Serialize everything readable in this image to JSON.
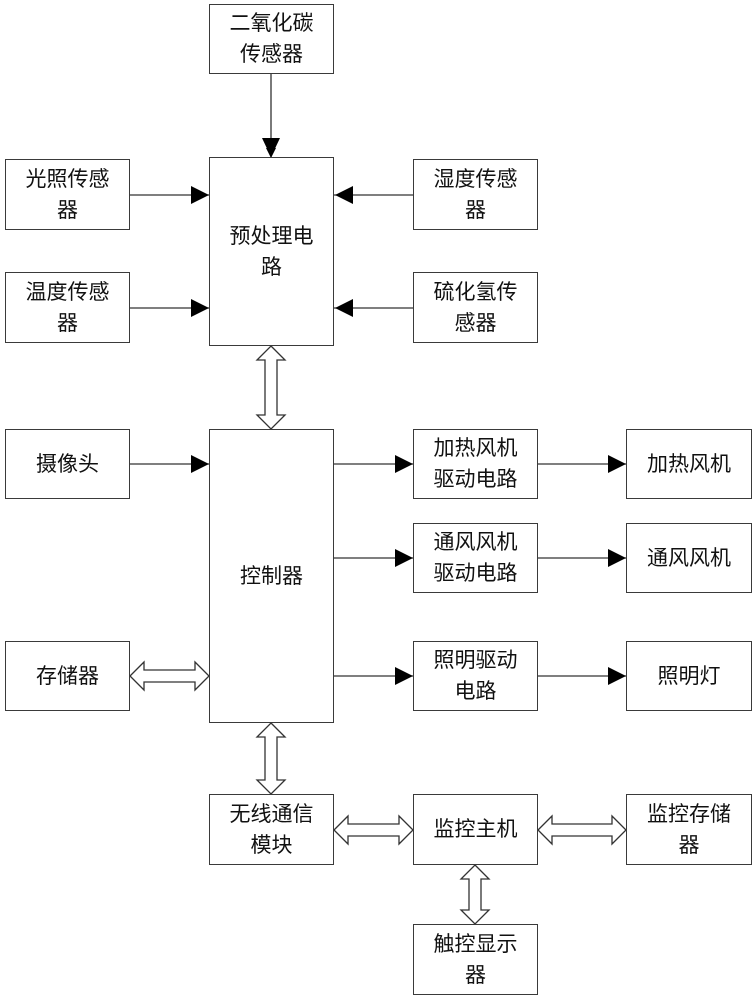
{
  "diagram": {
    "nodes": {
      "co2_sensor": {
        "label": "二氧化碳传感器"
      },
      "light_sensor": {
        "label": "光照传感器"
      },
      "temperature_sensor": {
        "label": "温度传感器"
      },
      "humidity_sensor": {
        "label": "湿度传感器"
      },
      "h2s_sensor": {
        "label": "硫化氢传感器"
      },
      "preprocessing_circuit": {
        "label": "预处理电路"
      },
      "camera": {
        "label": "摄像头"
      },
      "storage": {
        "label": "存储器"
      },
      "controller": {
        "label": "控制器"
      },
      "heating_fan_driver": {
        "label": "加热风机驱动电路"
      },
      "heating_fan": {
        "label": "加热风机"
      },
      "ventilation_fan_driver": {
        "label": "通风风机驱动电路"
      },
      "ventilation_fan": {
        "label": "通风风机"
      },
      "lighting_driver": {
        "label": "照明驱动电路"
      },
      "lighting_lamp": {
        "label": "照明灯"
      },
      "wireless_module": {
        "label": "无线通信模块"
      },
      "monitoring_host": {
        "label": "监控主机"
      },
      "monitoring_storage": {
        "label": "监控存储器"
      },
      "touch_display": {
        "label": "触控显示器"
      }
    },
    "edges": [
      {
        "from": "co2_sensor",
        "to": "preprocessing_circuit",
        "type": "single"
      },
      {
        "from": "light_sensor",
        "to": "preprocessing_circuit",
        "type": "single"
      },
      {
        "from": "temperature_sensor",
        "to": "preprocessing_circuit",
        "type": "single"
      },
      {
        "from": "humidity_sensor",
        "to": "preprocessing_circuit",
        "type": "single"
      },
      {
        "from": "h2s_sensor",
        "to": "preprocessing_circuit",
        "type": "single"
      },
      {
        "from": "preprocessing_circuit",
        "to": "controller",
        "type": "bidirectional"
      },
      {
        "from": "camera",
        "to": "controller",
        "type": "single"
      },
      {
        "from": "storage",
        "to": "controller",
        "type": "bidirectional"
      },
      {
        "from": "controller",
        "to": "heating_fan_driver",
        "type": "single"
      },
      {
        "from": "heating_fan_driver",
        "to": "heating_fan",
        "type": "single"
      },
      {
        "from": "controller",
        "to": "ventilation_fan_driver",
        "type": "single"
      },
      {
        "from": "ventilation_fan_driver",
        "to": "ventilation_fan",
        "type": "single"
      },
      {
        "from": "controller",
        "to": "lighting_driver",
        "type": "single"
      },
      {
        "from": "lighting_driver",
        "to": "lighting_lamp",
        "type": "single"
      },
      {
        "from": "controller",
        "to": "wireless_module",
        "type": "bidirectional"
      },
      {
        "from": "wireless_module",
        "to": "monitoring_host",
        "type": "bidirectional"
      },
      {
        "from": "monitoring_host",
        "to": "monitoring_storage",
        "type": "bidirectional"
      },
      {
        "from": "monitoring_host",
        "to": "touch_display",
        "type": "bidirectional"
      }
    ]
  }
}
